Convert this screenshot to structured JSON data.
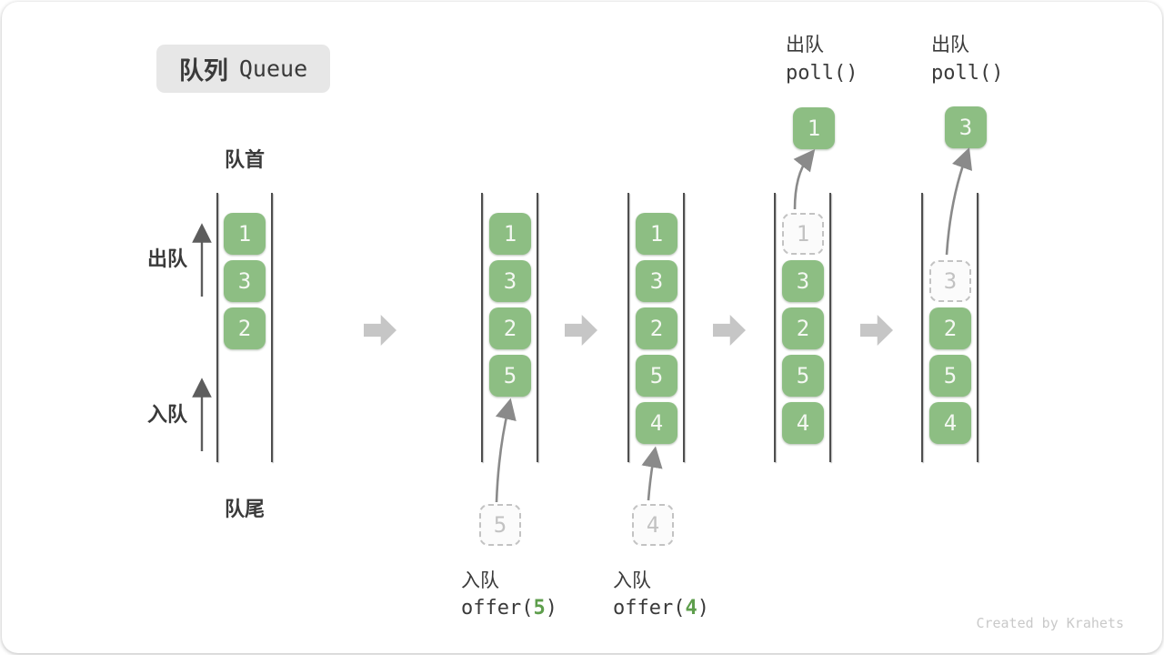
{
  "title": {
    "zh": "队列",
    "en": "Queue"
  },
  "labels": {
    "front": "队首",
    "rear": "队尾",
    "dequeue_side": "出队",
    "enqueue_side": "入队"
  },
  "queues": [
    {
      "cells": [
        {
          "value": "1"
        },
        {
          "value": "3"
        },
        {
          "value": "2"
        }
      ]
    },
    {
      "cells": [
        {
          "value": "1"
        },
        {
          "value": "3"
        },
        {
          "value": "2"
        },
        {
          "value": "5"
        }
      ]
    },
    {
      "cells": [
        {
          "value": "1"
        },
        {
          "value": "3"
        },
        {
          "value": "2"
        },
        {
          "value": "5"
        },
        {
          "value": "4"
        }
      ]
    },
    {
      "cells": [
        {
          "value": "1"
        },
        {
          "value": "3"
        },
        {
          "value": "2"
        },
        {
          "value": "5"
        },
        {
          "value": "4"
        }
      ]
    },
    {
      "cells": [
        {
          "value": "3"
        },
        {
          "value": "2"
        },
        {
          "value": "5"
        },
        {
          "value": "4"
        }
      ]
    }
  ],
  "enqueue_ops": [
    {
      "label": "入队",
      "fn_open": "offer(",
      "arg": "5",
      "fn_close": ")",
      "staged": "5"
    },
    {
      "label": "入队",
      "fn_open": "offer(",
      "arg": "4",
      "fn_close": ")",
      "staged": "4"
    }
  ],
  "dequeue_ops": [
    {
      "label": "出队",
      "code": "poll()",
      "removed": "1"
    },
    {
      "label": "出队",
      "code": "poll()",
      "removed": "3"
    }
  ],
  "watermark": "Created by Krahets",
  "colors": {
    "box_green": "#8dbe83",
    "accent_green": "#5e9e4c",
    "ghost_gray": "#c3c3c3"
  }
}
